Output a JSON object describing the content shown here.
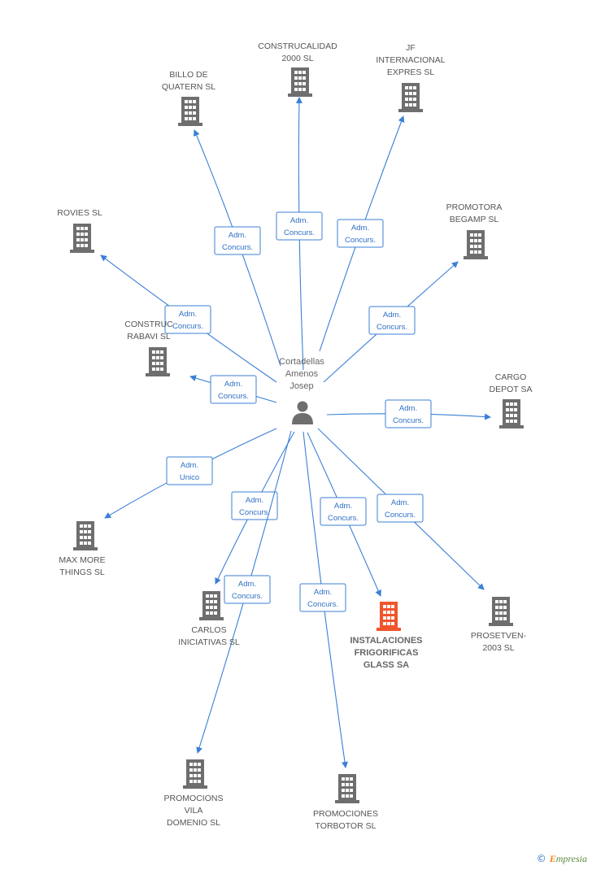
{
  "center": {
    "label_lines": [
      "Cortadellas",
      "Amenos",
      "Josep"
    ],
    "icon": "person-icon"
  },
  "colors": {
    "edge": "#3b7fd6",
    "building": "#6e6e6e",
    "focus_building": "#f0552b"
  },
  "nodes": [
    {
      "id": "construcalidad",
      "label_lines": [
        "CONSTRUCALIDAD",
        "2000 SL"
      ],
      "focus": false,
      "role_lines": [
        "Adm.",
        "Concurs."
      ]
    },
    {
      "id": "jf",
      "label_lines": [
        "JF",
        "INTERNACIONAL",
        "EXPRES SL"
      ],
      "focus": false,
      "role_lines": [
        "Adm.",
        "Concurs."
      ]
    },
    {
      "id": "billo",
      "label_lines": [
        "BILLO DE",
        "QUATERN SL"
      ],
      "focus": false,
      "role_lines": [
        "Adm.",
        "Concurs."
      ]
    },
    {
      "id": "rovies",
      "label_lines": [
        "ROVIES SL"
      ],
      "focus": false,
      "role_lines": [
        "Adm.",
        "Concurs."
      ]
    },
    {
      "id": "promotora",
      "label_lines": [
        "PROMOTORA",
        "BEGAMP SL"
      ],
      "focus": false,
      "role_lines": [
        "Adm.",
        "Concurs."
      ]
    },
    {
      "id": "rabavi",
      "label_lines": [
        "CONSTRUC",
        "RABAVI SL"
      ],
      "focus": false,
      "role_lines": [
        "Adm.",
        "Concurs."
      ]
    },
    {
      "id": "cargo",
      "label_lines": [
        "CARGO",
        "DEPOT SA"
      ],
      "focus": false,
      "role_lines": [
        "Adm.",
        "Concurs."
      ]
    },
    {
      "id": "maxmore",
      "label_lines": [
        "MAX MORE",
        "THINGS SL"
      ],
      "focus": false,
      "role_lines": [
        "Adm.",
        "Unico"
      ]
    },
    {
      "id": "carlos",
      "label_lines": [
        "CARLOS",
        "INICIATIVAS SL"
      ],
      "focus": false,
      "role_lines": [
        "Adm.",
        "Concurs."
      ]
    },
    {
      "id": "instalaciones",
      "label_lines": [
        "INSTALACIONES",
        "FRIGORIFICAS",
        "GLASS SA"
      ],
      "focus": true,
      "role_lines": [
        "Adm.",
        "Concurs."
      ]
    },
    {
      "id": "prosetven",
      "label_lines": [
        "PROSETVEN-",
        "2003 SL"
      ],
      "focus": false,
      "role_lines": [
        "Adm.",
        "Concurs."
      ]
    },
    {
      "id": "vila",
      "label_lines": [
        "PROMOCIONS",
        "VILA",
        "DOMENIO SL"
      ],
      "focus": false,
      "role_lines": [
        "Adm.",
        "Concurs."
      ]
    },
    {
      "id": "torbotor",
      "label_lines": [
        "PROMOCIONES",
        "TORBOTOR SL"
      ],
      "focus": false,
      "role_lines": [
        "Adm.",
        "Concurs."
      ]
    }
  ],
  "footer": {
    "copyright_symbol": "©",
    "brand_first": "E",
    "brand_rest": "mpresia"
  }
}
